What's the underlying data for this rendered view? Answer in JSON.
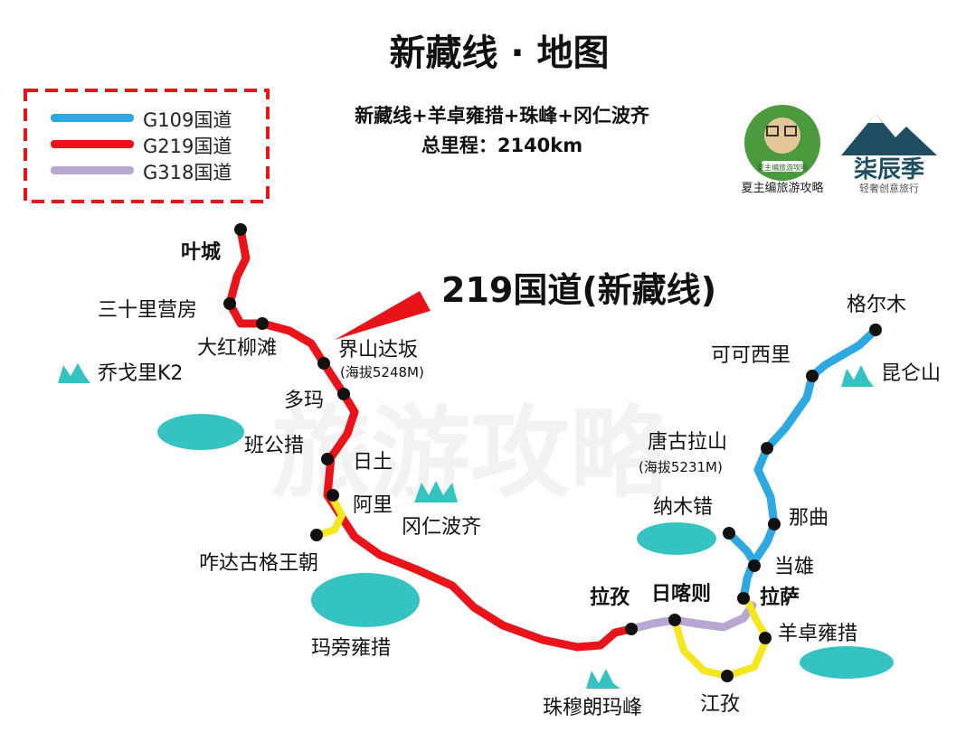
{
  "title": "新藏线 · 地图",
  "subtitle_line1": "新藏线+羊卓雍措+珠峰+冈仁波齐",
  "subtitle_line2": "总里程：2140km",
  "legend": [
    {
      "label": "G109国道",
      "color": "#2ea8e0"
    },
    {
      "label": "G219国道",
      "color": "#e8141a"
    },
    {
      "label": "G318国道",
      "color": "#b9a7d3"
    }
  ],
  "highlight_label": "219国道(新藏线)",
  "places": {
    "yecheng": "叶城",
    "sanshili": "三十里营房",
    "dahongliutan": "大红柳滩",
    "jieshan": "界山达坂",
    "jieshan_elev": "(海拔5248M)",
    "duoma": "多玛",
    "bangong": "班公措",
    "ritu": "日土",
    "ali": "阿里",
    "zhada": "咋达古格王朝",
    "mapang": "玛旁雍措",
    "gangrenboqi": "冈仁波齐",
    "qiaogeli": "乔戈里K2",
    "zhumulangma": "珠穆朗玛峰",
    "lazi": "拉孜",
    "rikaze": "日喀则",
    "lasa": "拉萨",
    "jiangzi": "江孜",
    "yangzhuo": "羊卓雍措",
    "dangxiong": "当雄",
    "naqu": "那曲",
    "namucuo": "纳木错",
    "tanggula": "唐古拉山",
    "tanggula_elev": "(海拔5231M)",
    "kekexili": "可可西里",
    "kunlunshan": "昆仑山",
    "geermu": "格尔木"
  },
  "logos": {
    "left_badge": "夏主编旅游攻略",
    "left_caption": "夏主编旅游攻略",
    "right_brand": "柒辰季",
    "right_sub": "轻奢创意旅行"
  },
  "watermark": "旅游攻略",
  "colors": {
    "g109": "#2ea8e0",
    "g219": "#e8141a",
    "g318": "#b9a7d3",
    "yellow_route": "#f5e61e",
    "lake": "#35c3c1",
    "legend_border": "#e8141a"
  }
}
